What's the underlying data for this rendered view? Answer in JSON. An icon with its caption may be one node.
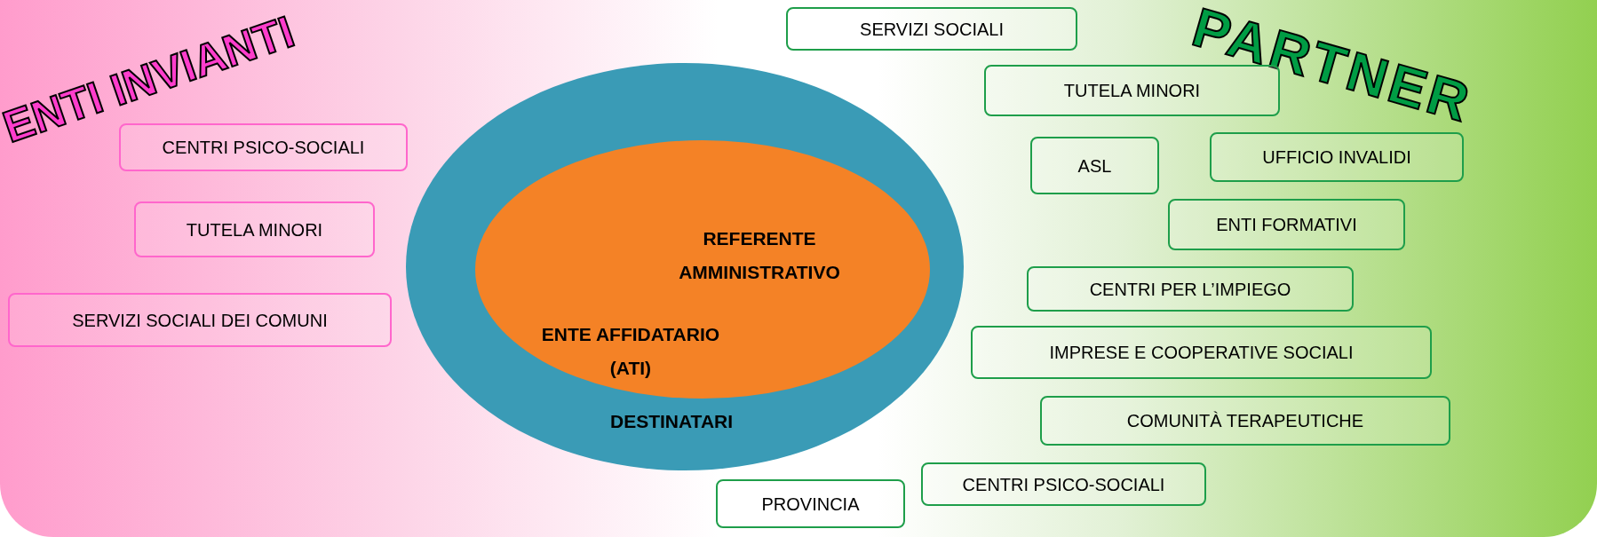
{
  "diagram": {
    "nodes": [
      {
        "text": [
          "CENTRI PSICO-SOCIALI"
        ]
      },
      {
        "text": [
          "TUTELA MINORI"
        ]
      },
      {
        "text": [
          "SERVIZI SOCIALI DEI COMUNI"
        ]
      },
      {
        "text": [
          "DESTINATARI"
        ]
      },
      {
        "text": [
          "REFERENTE AMMINISTRATIVO",
          "ENTE AFFIDATARIO (ATI)"
        ],
        "in": 3
      },
      {
        "text": [
          "SERVIZI SOCIALI"
        ]
      },
      {
        "text": [
          "TUTELA MINORI"
        ]
      },
      {
        "text": [
          "ASL"
        ]
      },
      {
        "text": [
          "UFFICIO INVALIDI"
        ]
      },
      {
        "text": [
          "ENTI FORMATIVI"
        ]
      },
      {
        "text": [
          "CENTRI PER L’IMPIEGO"
        ]
      },
      {
        "text": [
          "IMPRESE E COOPERATIVE SOCIALI"
        ]
      },
      {
        "text": [
          "COMUNITÀ TERAPEUTICHE"
        ]
      },
      {
        "text": [
          "CENTRI PSICO-SOCIALI"
        ]
      },
      {
        "text": [
          "PROVINCIA"
        ]
      }
    ],
    "edges": [],
    "labels": [
      "ENTI INVIANTI",
      "PARTNER"
    ]
  }
}
